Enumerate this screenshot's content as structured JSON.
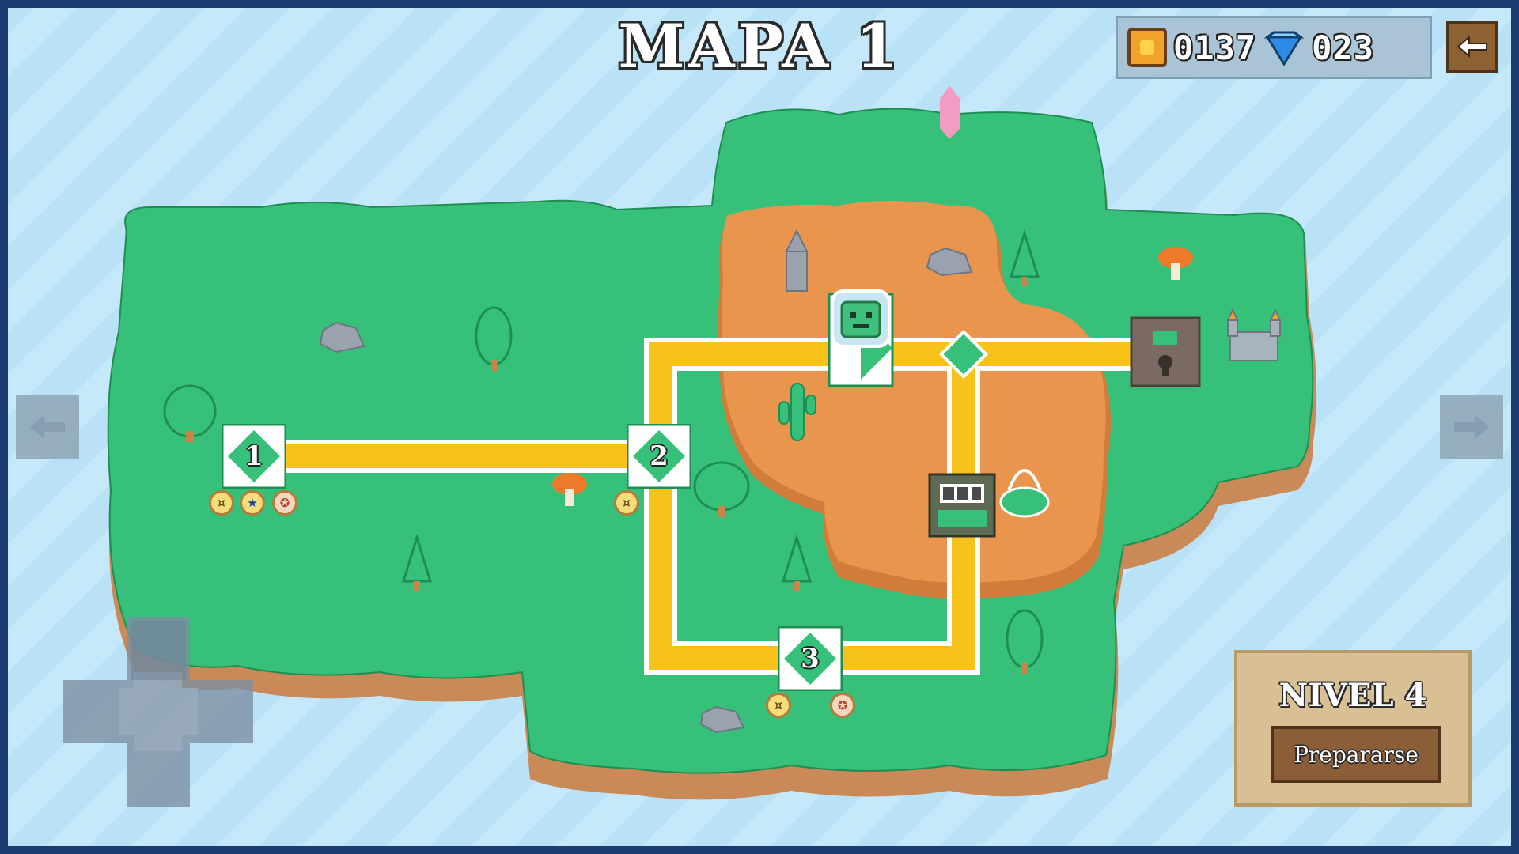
{
  "map": {
    "title": "MAPA 1"
  },
  "hud": {
    "coins": "0137",
    "gems": "023"
  },
  "levels": [
    {
      "number": "1",
      "rewards": [
        "coin",
        "star",
        "medal"
      ]
    },
    {
      "number": "2",
      "rewards": [
        "coin"
      ]
    },
    {
      "number": "3",
      "rewards": [
        "coin",
        "medal"
      ]
    }
  ],
  "level_panel": {
    "title": "NIVEL 4",
    "button_label": "Prepararse"
  },
  "colors": {
    "water": "#bfe4f8",
    "grass": "#36c07a",
    "desert": "#e9954e",
    "cliff": "#c98a57",
    "path": "#f7c21a",
    "frame": "#1b3c70"
  },
  "icons": [
    "coin-icon",
    "gem-icon",
    "back-arrow-icon",
    "left-arrow-icon",
    "right-arrow-icon",
    "dpad-icon",
    "lock-icon",
    "player-icon"
  ]
}
